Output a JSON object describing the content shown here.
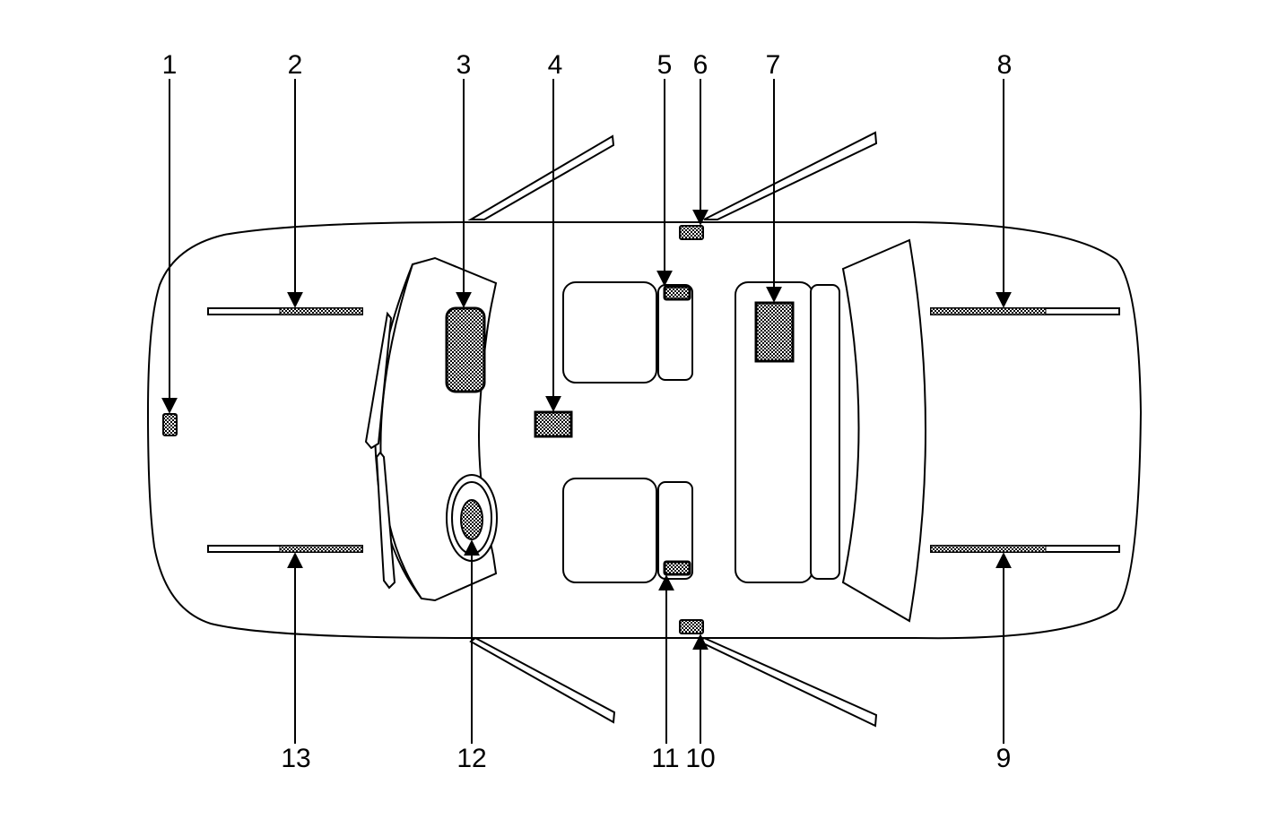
{
  "diagram": {
    "callouts": [
      {
        "id": "c1",
        "label": "1"
      },
      {
        "id": "c2",
        "label": "2"
      },
      {
        "id": "c3",
        "label": "3"
      },
      {
        "id": "c4",
        "label": "4"
      },
      {
        "id": "c5",
        "label": "5"
      },
      {
        "id": "c6",
        "label": "6"
      },
      {
        "id": "c7",
        "label": "7"
      },
      {
        "id": "c8",
        "label": "8"
      },
      {
        "id": "c9",
        "label": "9"
      },
      {
        "id": "c10",
        "label": "10"
      },
      {
        "id": "c11",
        "label": "11"
      },
      {
        "id": "c12",
        "label": "12"
      },
      {
        "id": "c13",
        "label": "13"
      }
    ]
  },
  "colors": {
    "stroke": "#000000",
    "fill": "#ffffff",
    "component_fill": "#a8a8a8"
  }
}
